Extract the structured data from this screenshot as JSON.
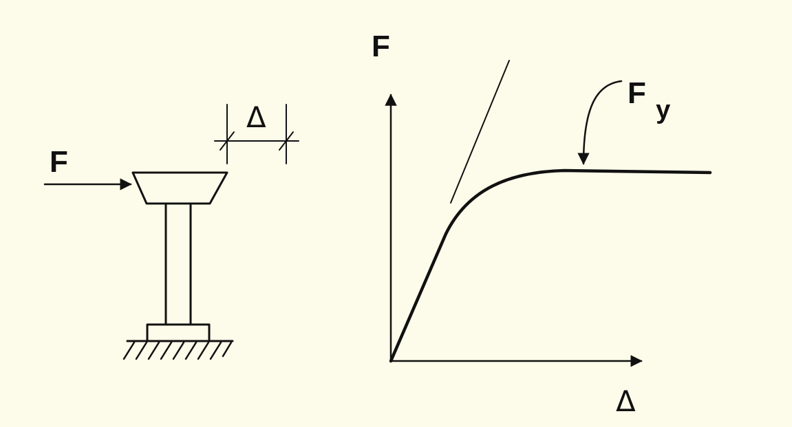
{
  "colors": {
    "background": "#fdfbea",
    "ink": "#111111"
  },
  "column_diagram": {
    "force_label": "F",
    "displacement_label": "Δ"
  },
  "graph": {
    "y_axis_label": "F",
    "x_axis_label": "Δ",
    "yield_label_main": "F",
    "yield_label_sub": "y"
  }
}
